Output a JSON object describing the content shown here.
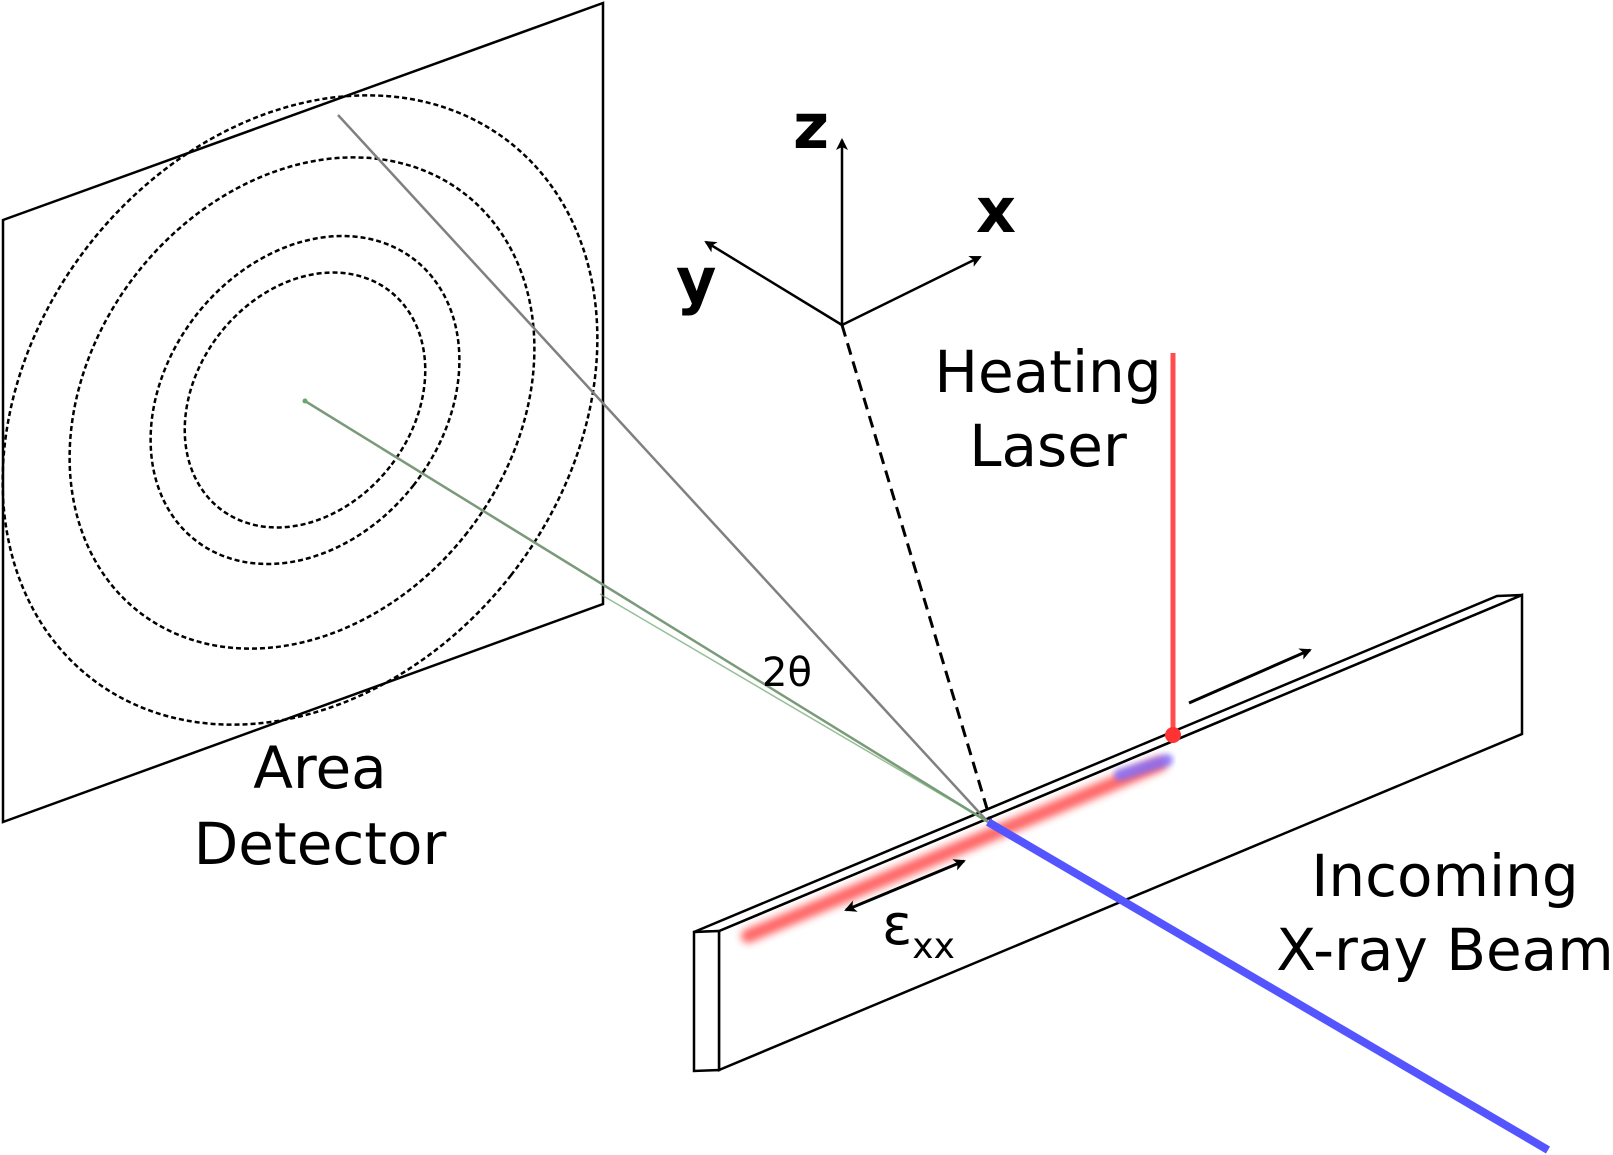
{
  "labels": {
    "area_detector_line1": "Area",
    "area_detector_line2": "Detector",
    "heating_laser_line1": "Heating",
    "heating_laser_line2": "Laser",
    "incoming_line1": "Incoming",
    "incoming_line2": "X-ray Beam",
    "two_theta": "2θ",
    "strain_symbol": "ε",
    "strain_subscript": "xx",
    "axis_z": "z",
    "axis_y": "y",
    "axis_x": "x"
  },
  "colors": {
    "outline": "#000000",
    "laser": "#ff4d4d",
    "xray_beam": "#5555ff",
    "diffracted_ray": "#808080",
    "direct_ray": "#6aa56a"
  }
}
